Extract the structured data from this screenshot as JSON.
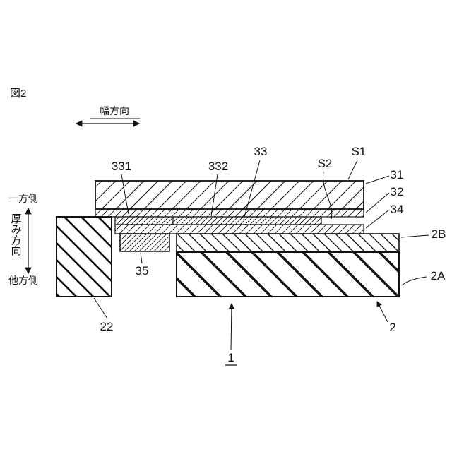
{
  "figure": {
    "number": "図2",
    "device_number": "1"
  },
  "directions": {
    "width": "幅方向",
    "thickness": "厚み方向",
    "one_side": "一方側",
    "other_side": "他方側"
  },
  "reference_labels": {
    "r331": "331",
    "r332": "332",
    "r33": "33",
    "s2": "S2",
    "s1": "S1",
    "r31": "31",
    "r32": "32",
    "r34": "34",
    "r2b": "2B",
    "r2a": "2A",
    "r35": "35",
    "r22": "22",
    "r2": "2",
    "r1": "1"
  },
  "colors": {
    "line": "#000000",
    "background": "#ffffff"
  }
}
